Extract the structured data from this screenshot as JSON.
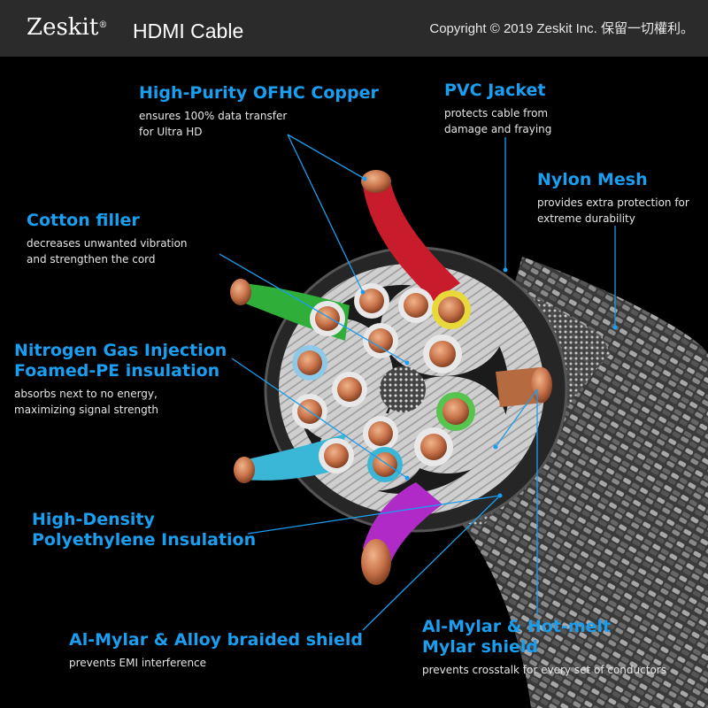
{
  "header": {
    "brand": "Zeskit",
    "brand_mark": "®",
    "product": "HDMI Cable",
    "copyright": "Copyright © 2019 Zeskit Inc. 保留一切權利。"
  },
  "callouts": {
    "copper": {
      "title": "High-Purity OFHC Copper",
      "desc1": "ensures 100% data transfer",
      "desc2": "for Ultra HD"
    },
    "pvc": {
      "title": "PVC Jacket",
      "desc1": "protects cable from",
      "desc2": "damage and fraying"
    },
    "nylon": {
      "title": "Nylon Mesh",
      "desc1": "provides extra protection for",
      "desc2": "extreme durability"
    },
    "cotton": {
      "title": "Cotton filler",
      "desc1": "decreases unwanted vibration",
      "desc2": "and strengthen the cord"
    },
    "nitrogen": {
      "title1": "Nitrogen Gas Injection",
      "title2": "Foamed-PE insulation",
      "desc1": "absorbs next to no energy,",
      "desc2": "maximizing signal strength"
    },
    "hdpe": {
      "title1": "High-Density",
      "title2": "Polyethylene Insulation"
    },
    "almylar_alloy": {
      "title": "Al-Mylar & Alloy braided shield",
      "desc1": "prevents EMI interference"
    },
    "almylar_hotmelt": {
      "title1": "Al-Mylar & Hot-melt",
      "title2": "Mylar shield",
      "desc1": "prevents crosstalk for every set of conductors"
    }
  },
  "colors": {
    "accent": "#1a9ef0",
    "header_bg": "#2b2b2b",
    "background": "#000000",
    "copper": "#c8734a"
  }
}
